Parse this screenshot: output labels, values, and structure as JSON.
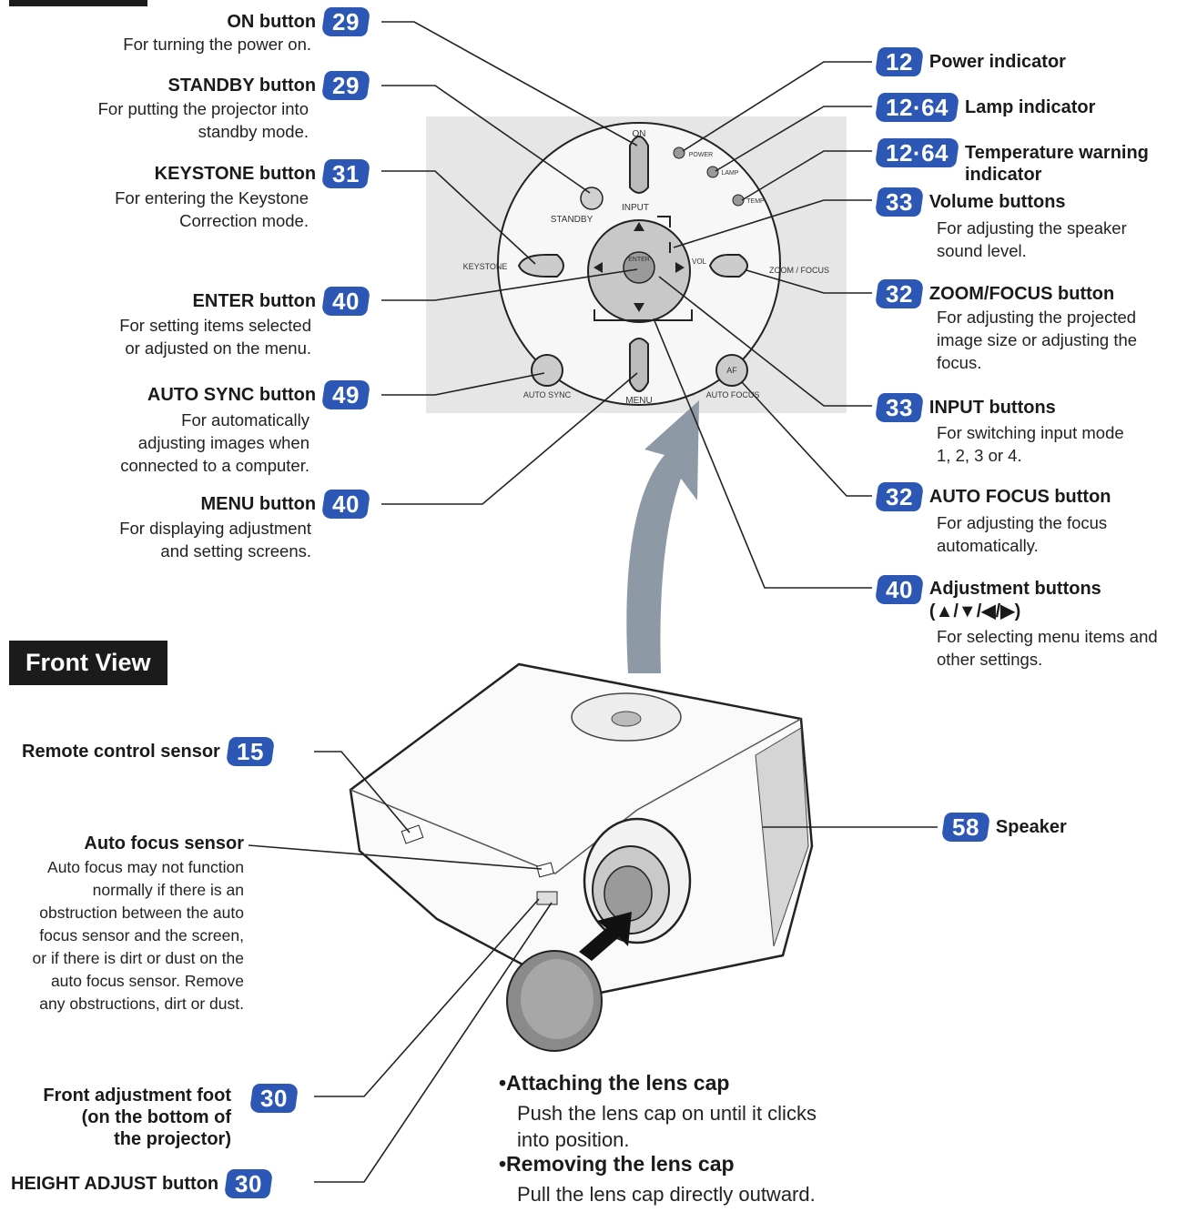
{
  "labels": {
    "on": {
      "name": "ON button",
      "badge": "29",
      "desc": [
        "For turning the power on."
      ]
    },
    "standby": {
      "name": "STANDBY button",
      "badge": "29",
      "desc": [
        "For putting the projector into",
        "standby mode."
      ]
    },
    "keystone": {
      "name": "KEYSTONE button",
      "badge": "31",
      "desc": [
        "For entering the Keystone",
        "Correction mode."
      ]
    },
    "enter": {
      "name": "ENTER button",
      "badge": "40",
      "desc": [
        "For setting items selected",
        "or adjusted on the menu."
      ]
    },
    "autosync": {
      "name": "AUTO SYNC button",
      "badge": "49",
      "desc": [
        "For automatically",
        "adjusting images when",
        "connected to a computer."
      ]
    },
    "menu": {
      "name": "MENU button",
      "badge": "40",
      "desc": [
        "For displaying adjustment",
        "and setting screens."
      ]
    },
    "power": {
      "name": "Power indicator",
      "badge": "12"
    },
    "lamp": {
      "name": "Lamp indicator",
      "badge": "12·64"
    },
    "temp": {
      "name": "Temperature warning",
      "name2": "indicator",
      "badge": "12·64"
    },
    "volume": {
      "name": "Volume buttons",
      "badge": "33",
      "desc": [
        "For adjusting the speaker",
        "sound level."
      ]
    },
    "zoom": {
      "name": "ZOOM/FOCUS button",
      "badge": "32",
      "desc": [
        "For adjusting the projected",
        "image size or adjusting the",
        "focus."
      ]
    },
    "input": {
      "name": "INPUT buttons",
      "badge": "33",
      "desc": [
        "For switching input mode",
        "1, 2, 3 or 4."
      ]
    },
    "autofocus": {
      "name": "AUTO FOCUS button",
      "badge": "32",
      "desc": [
        "For adjusting the focus",
        "automatically."
      ]
    },
    "adjust": {
      "name": "Adjustment buttons",
      "name2": "(▲/▼/◀/▶)",
      "badge": "40",
      "desc": [
        "For selecting menu items and",
        "other settings."
      ]
    },
    "remote": {
      "name": "Remote control sensor",
      "badge": "15"
    },
    "afsensor": {
      "name": "Auto focus sensor",
      "desc": [
        "Auto focus may not function",
        "normally if there is an",
        "obstruction between the auto",
        "focus sensor and the screen,",
        "or if there is dirt or dust on the",
        "auto focus sensor. Remove",
        "any obstructions, dirt or dust."
      ]
    },
    "speaker": {
      "name": "Speaker",
      "badge": "58"
    },
    "foot": {
      "name": "Front adjustment foot",
      "name2": "(on the bottom of",
      "name3": "the projector)",
      "badge": "30"
    },
    "height": {
      "name": "HEIGHT ADJUST button",
      "badge": "30"
    }
  },
  "front_view": "Front View",
  "lens_cap": {
    "attach_head": "•Attaching the lens cap",
    "attach_desc": [
      "Push the lens cap on until it clicks",
      "into position."
    ],
    "remove_head": "•Removing the lens cap",
    "remove_desc": [
      "Pull the lens cap directly outward."
    ]
  },
  "panel": {
    "on": "ON",
    "standby": "STANDBY",
    "input": "INPUT",
    "keystone": "KEYSTONE",
    "enter": "ENTER",
    "vol": "VOL",
    "zoom": "ZOOM / FOCUS",
    "autosync": "AUTO SYNC",
    "menu": "MENU",
    "af": "AF",
    "autofocus": "AUTO FOCUS",
    "power": "POWER",
    "lamp": "LAMP",
    "temp": "TEMP"
  },
  "colors": {
    "badge": "#2c57b5",
    "panel": "#e6e6e6",
    "dark": "#1b1b1b"
  }
}
